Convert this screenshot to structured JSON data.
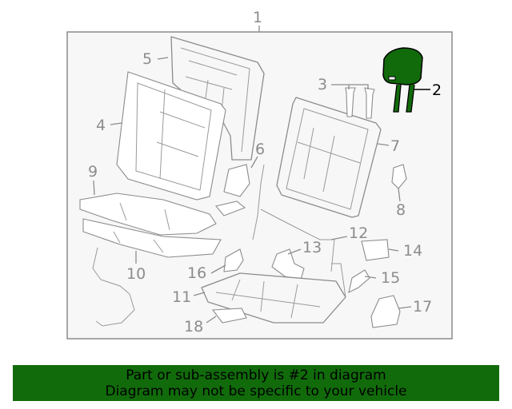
{
  "diagram": {
    "assembly_number": "1",
    "callouts": [
      "2",
      "3",
      "4",
      "5",
      "6",
      "7",
      "8",
      "9",
      "10",
      "11",
      "12",
      "13",
      "14",
      "15",
      "16",
      "17",
      "18"
    ],
    "highlighted_part": "2",
    "colors": {
      "highlight_fill": "#116b0b",
      "line_gray": "#8c8c8c",
      "frame_fill": "#f7f7f7"
    }
  },
  "banner": {
    "line1": "Part or sub-assembly is #2 in diagram",
    "line2": "Diagram may not be specific to your vehicle",
    "background": "#116b0b"
  }
}
